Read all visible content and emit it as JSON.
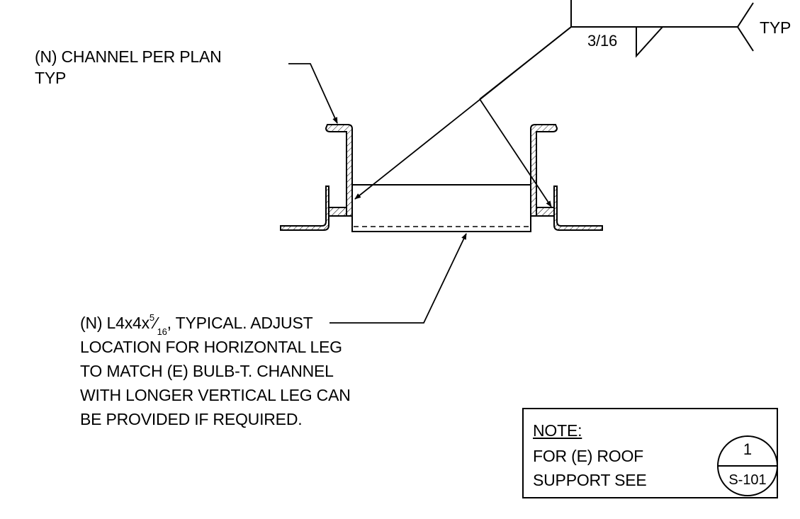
{
  "weld": {
    "size": "3/16",
    "tail": "TYP"
  },
  "callouts": {
    "channel_line1": "(N) CHANNEL PER PLAN",
    "channel_line2": "TYP",
    "angle": {
      "prefix": "(N) L4x4x",
      "frac_num": "5",
      "frac_slash": "⁄",
      "frac_den": "16",
      "suffix": ",  TYPICAL. ADJUST",
      "line2": "LOCATION FOR HORIZONTAL LEG",
      "line3": "TO MATCH (E) BULB-T.  CHANNEL",
      "line4": "WITH LONGER VERTICAL LEG CAN",
      "line5": "BE PROVIDED IF REQUIRED."
    }
  },
  "note": {
    "title": "NOTE:",
    "line1": "FOR (E) ROOF",
    "line2": "SUPPORT SEE",
    "detail_number": "1",
    "sheet": "S-101"
  },
  "colors": {
    "ink": "#000000",
    "paper": "#ffffff"
  }
}
